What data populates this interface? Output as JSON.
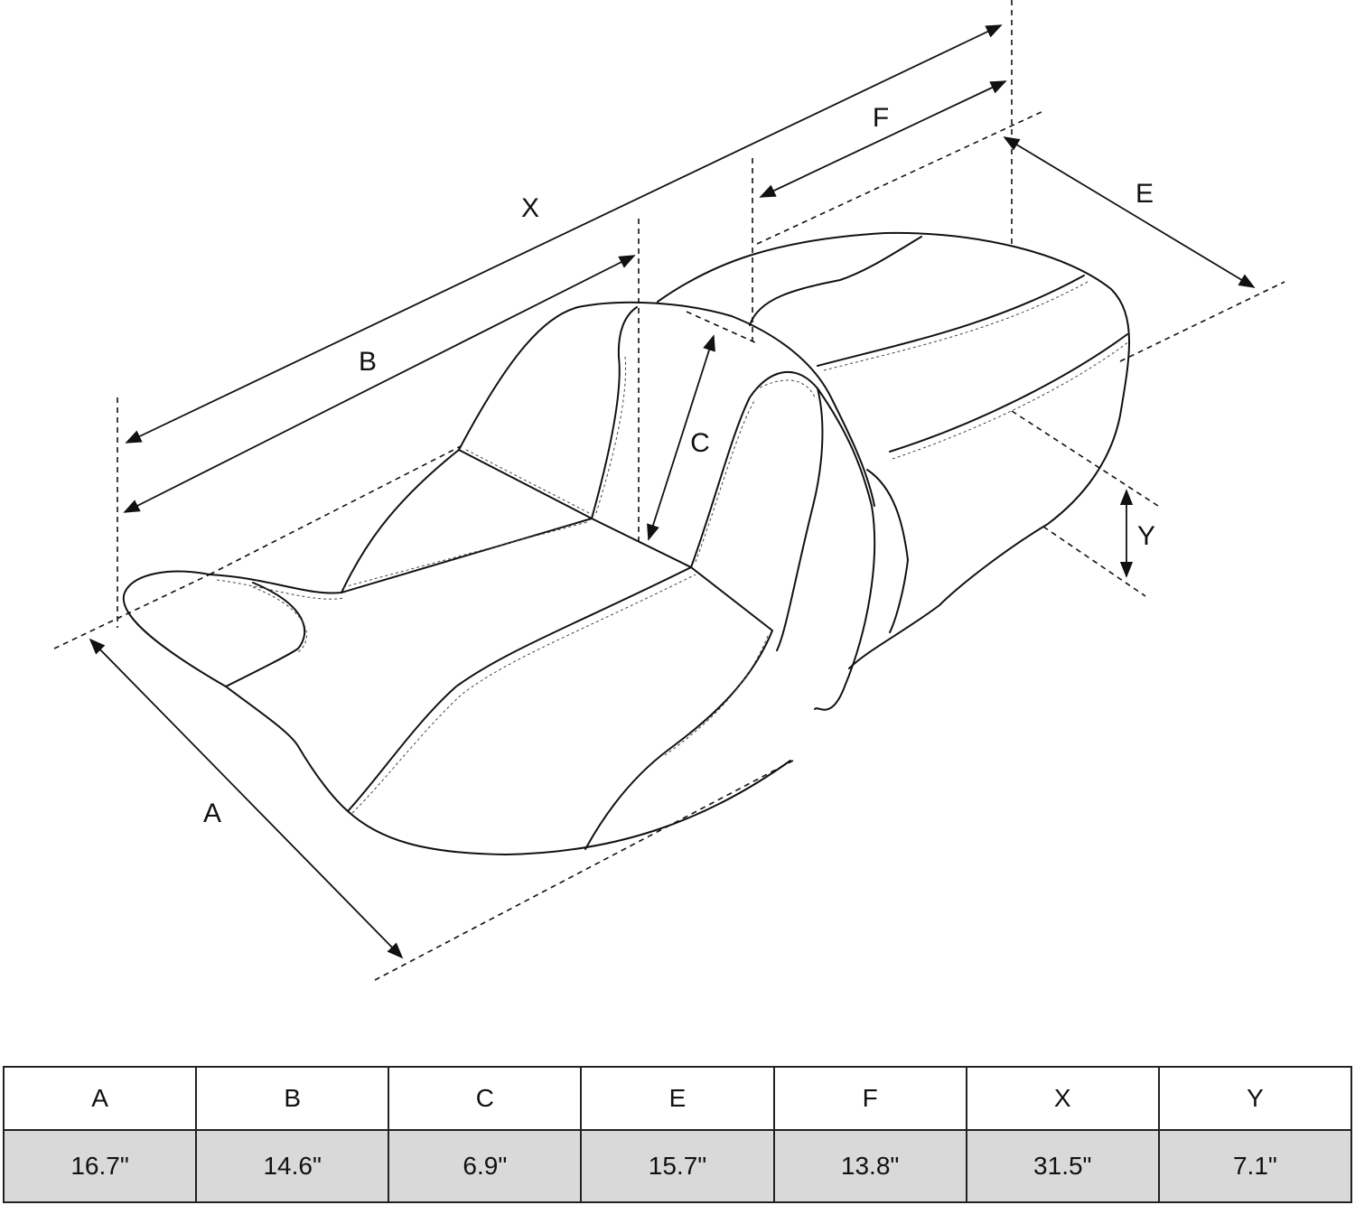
{
  "diagram": {
    "labels": {
      "x": "X",
      "b": "B",
      "c": "C",
      "a": "A",
      "f": "F",
      "e": "E",
      "y": "Y"
    }
  },
  "table": {
    "headers": [
      "A",
      "B",
      "C",
      "E",
      "F",
      "X",
      "Y"
    ],
    "values": [
      "16.7\"",
      "14.6\"",
      "6.9\"",
      "15.7\"",
      "13.8\"",
      "31.5\"",
      "7.1\""
    ]
  }
}
